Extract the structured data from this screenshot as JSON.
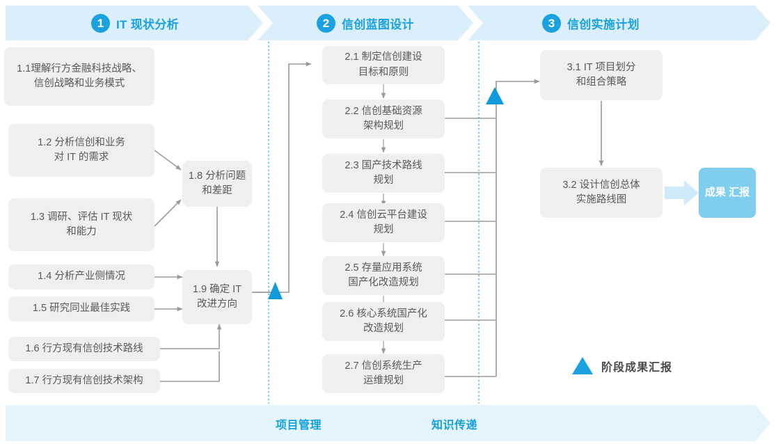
{
  "diagram": {
    "title_phases": [
      {
        "number": "1",
        "label": "IT 现状分析"
      },
      {
        "number": "2",
        "label": "信创蓝图设计"
      },
      {
        "number": "3",
        "label": "信创实施计划"
      }
    ],
    "phase1_tasks": [
      {
        "id": "1.1",
        "lines": [
          "1.1理解行方金融科技战略、",
          "信创战略和业务模式"
        ]
      },
      {
        "id": "1.2",
        "lines": [
          "1.2 分析信创和业务",
          "对 IT 的需求"
        ]
      },
      {
        "id": "1.3",
        "lines": [
          "1.3 调研、评估 IT 现状",
          "和能力"
        ]
      },
      {
        "id": "1.4",
        "lines": [
          "1.4 分析产业侧情况"
        ]
      },
      {
        "id": "1.5",
        "lines": [
          "1.5 研究同业最佳实践"
        ]
      },
      {
        "id": "1.6",
        "lines": [
          "1.6 行方现有信创技术路线"
        ]
      },
      {
        "id": "1.7",
        "lines": [
          "1.7 行方现有信创技术架构"
        ]
      },
      {
        "id": "1.8",
        "lines": [
          "1.8 分析问题",
          "和差距"
        ]
      },
      {
        "id": "1.9",
        "lines": [
          "1.9 确定 IT",
          "改进方向"
        ]
      }
    ],
    "phase2_tasks": [
      {
        "id": "2.1",
        "lines": [
          "2.1 制定信创建设",
          "目标和原则"
        ]
      },
      {
        "id": "2.2",
        "lines": [
          "2.2 信创基础资源",
          "架构规划"
        ]
      },
      {
        "id": "2.3",
        "lines": [
          "2.3 国产技术路线",
          "规划"
        ]
      },
      {
        "id": "2.4",
        "lines": [
          "2.4 信创云平台建设",
          "规划"
        ]
      },
      {
        "id": "2.5",
        "lines": [
          "2.5 存量应用系统",
          "国产化改造规划"
        ]
      },
      {
        "id": "2.6",
        "lines": [
          "2.6 核心系统国产化",
          "改造规划"
        ]
      },
      {
        "id": "2.7",
        "lines": [
          "2.7 信创系统生产",
          "运维规划"
        ]
      }
    ],
    "phase3_tasks": [
      {
        "id": "3.1",
        "lines": [
          "3.1 IT 项目划分",
          "和组合策略"
        ]
      },
      {
        "id": "3.2",
        "lines": [
          "3.2 设计信创总体",
          "实施路线图"
        ]
      }
    ],
    "result": {
      "lines": [
        "成果",
        "汇报"
      ]
    },
    "legend": {
      "icon": "triangle-milestone-icon",
      "label": "阶段成果汇报"
    },
    "footer_bands": [
      {
        "label": "项目管理"
      },
      {
        "label": "知识传递"
      }
    ],
    "colors": {
      "accent": "#1aa2e0",
      "header_band": "#daeefb",
      "footer_band": "#e4f4fc",
      "node_fill": "#efefef",
      "node_text": "#595959",
      "connector": "#9a9a9a",
      "result_fill": "#7fcdef",
      "result_arrow": "#cfeafa"
    }
  }
}
